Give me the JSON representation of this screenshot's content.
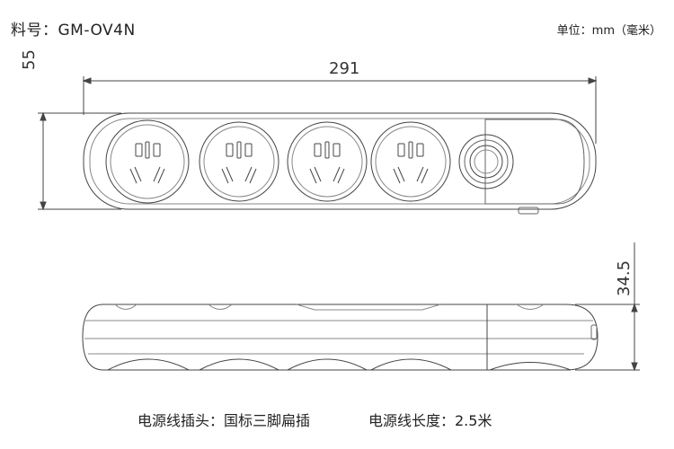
{
  "header": {
    "model": "料号：GM-OV4N",
    "unit": "单位：mm（毫米）"
  },
  "dimensions": {
    "length": "291",
    "height": "55",
    "thickness": "34.5"
  },
  "specs": {
    "plug": "电源线插头：国标三脚扁插",
    "cord_length": "电源线长度：2.5米"
  },
  "product": {
    "outlet_count": 4
  }
}
